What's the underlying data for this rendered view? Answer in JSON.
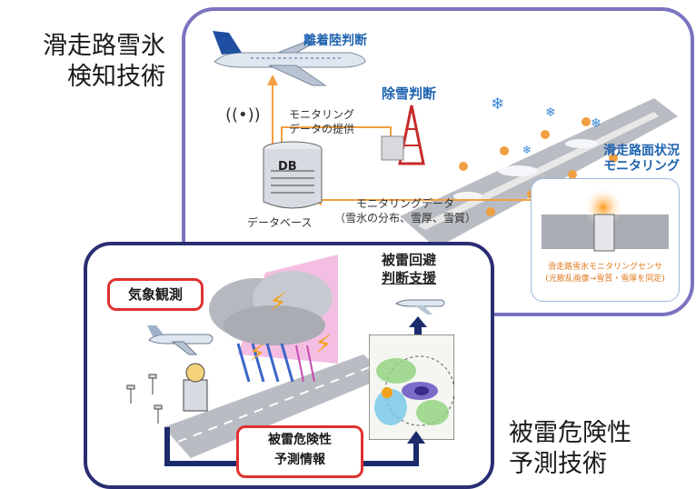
{
  "left_heading": {
    "line1": "滑走路雪氷",
    "line2": "検知技術"
  },
  "right_heading": {
    "line1": "被雷危険性",
    "line2": "予測技術"
  },
  "top_panel": {
    "takeoff_label": "離着陸判断",
    "snow_removal_label": "除雪判断",
    "monitoring_provide": {
      "line1": "モニタリング",
      "line2": "データの提供"
    },
    "db_text": "DB",
    "database_label": "データベース",
    "monitoring_data": {
      "line1": "モニタリングデータ",
      "line2": "（雪氷の分布、雪厚、雪質）"
    },
    "runway_status": {
      "line1": "滑走路面状況",
      "line2": "モニタリング"
    },
    "sensor_caption": {
      "line1": "滑走路雪氷モニタリングセンサ",
      "line2": "(光散乱画像→雪質・雪厚を同定)"
    }
  },
  "bottom_panel": {
    "weather_obs": "気象観測",
    "lightning_avoid": {
      "line1": "被雷回避",
      "line2": "判断支援"
    },
    "risk_info": {
      "line1": "被雷危険性",
      "line2": "予測情報"
    }
  },
  "colors": {
    "top_border": "#7a74c0",
    "bottom_border": "#2a2e72",
    "callout_red": "#e0302f",
    "accent_blue": "#1f63b0"
  }
}
